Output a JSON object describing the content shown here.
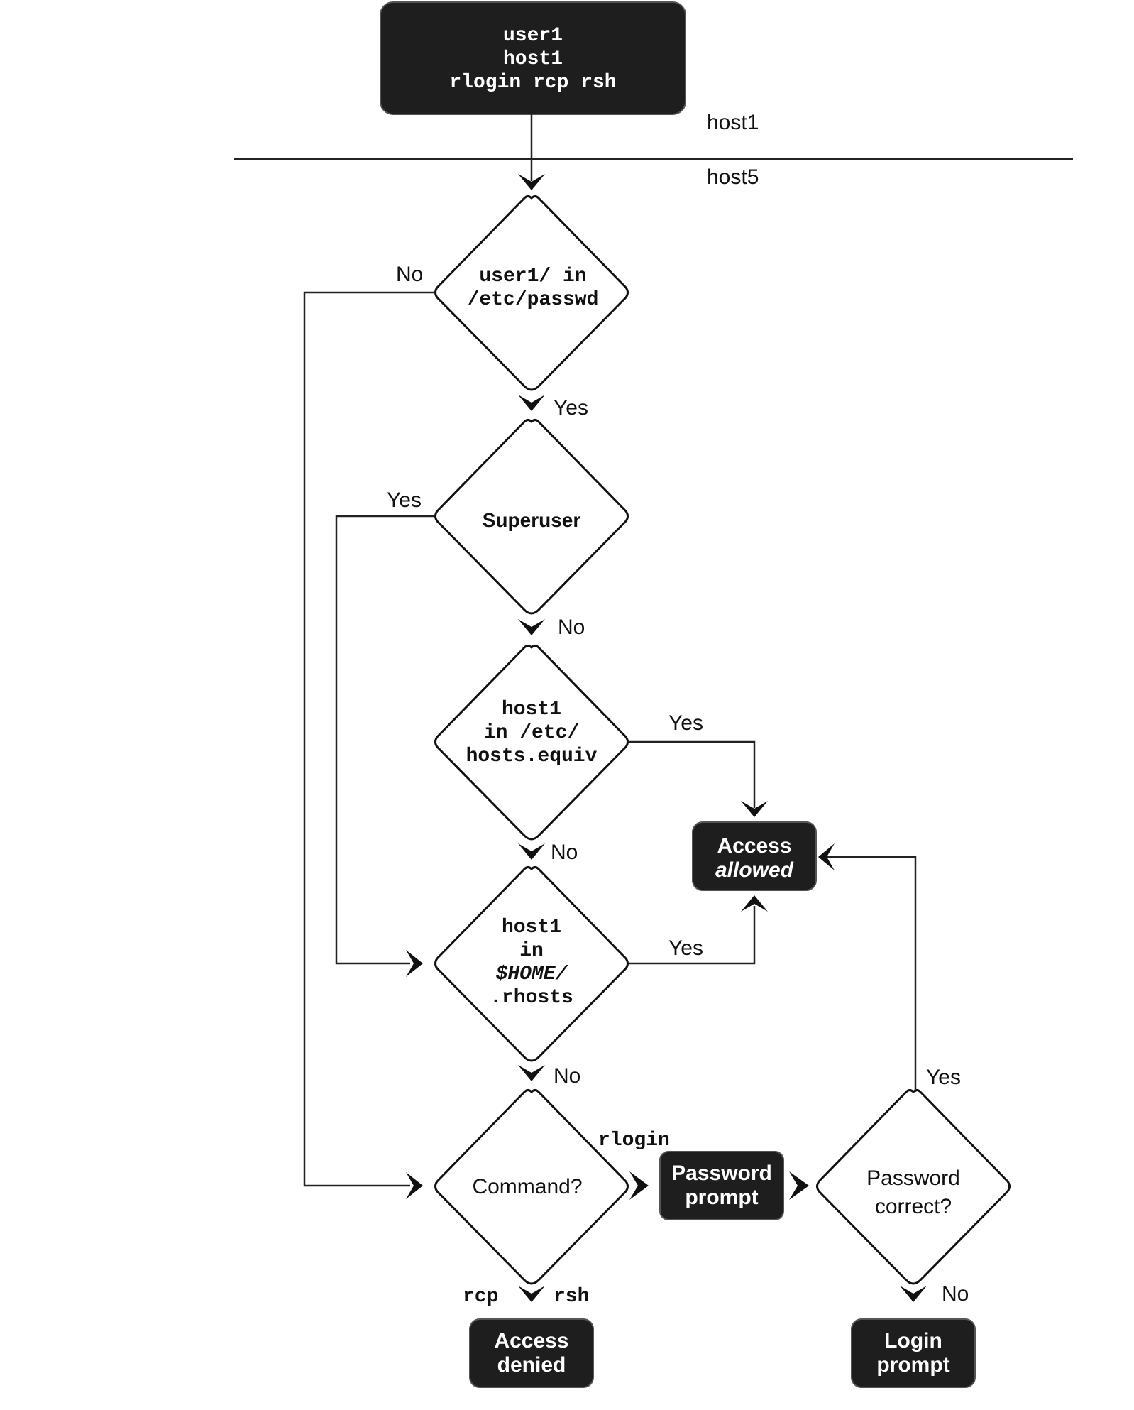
{
  "source_box": {
    "lines": [
      "user1",
      "host1",
      "rlogin rcp rsh"
    ]
  },
  "hosts": {
    "top": "host1",
    "bottom": "host5"
  },
  "decisions": {
    "passwd": {
      "lines": [
        "user1/ in",
        "/etc/passwd"
      ],
      "no_label": "No",
      "yes_label": "Yes"
    },
    "superuser": {
      "lines": [
        "Superuser"
      ],
      "yes_label": "Yes",
      "no_label": "No"
    },
    "hosts_equiv": {
      "lines": [
        "host1",
        "in /etc/",
        "hosts.equiv"
      ],
      "yes_label": "Yes",
      "no_label": "No"
    },
    "rhosts": {
      "lines": [
        "host1",
        "in",
        "$HOME/",
        ".rhosts"
      ],
      "yes_label": "Yes",
      "no_label": "No"
    },
    "command": {
      "lines": [
        "Command?"
      ],
      "rlogin_label": "rlogin",
      "rcp_label": "rcp",
      "rsh_label": "rsh"
    },
    "password_correct": {
      "lines": [
        "Password",
        "correct?"
      ],
      "yes_label": "Yes",
      "no_label": "No"
    }
  },
  "outcomes": {
    "access_allowed": [
      "Access",
      "allowed"
    ],
    "password_prompt": [
      "Password",
      "prompt"
    ],
    "access_denied": [
      "Access",
      "denied"
    ],
    "login_prompt": [
      "Login",
      "prompt"
    ]
  },
  "colors": {
    "dark_box": "#1e1e1e",
    "line": "#222222",
    "background": "#ffffff"
  }
}
